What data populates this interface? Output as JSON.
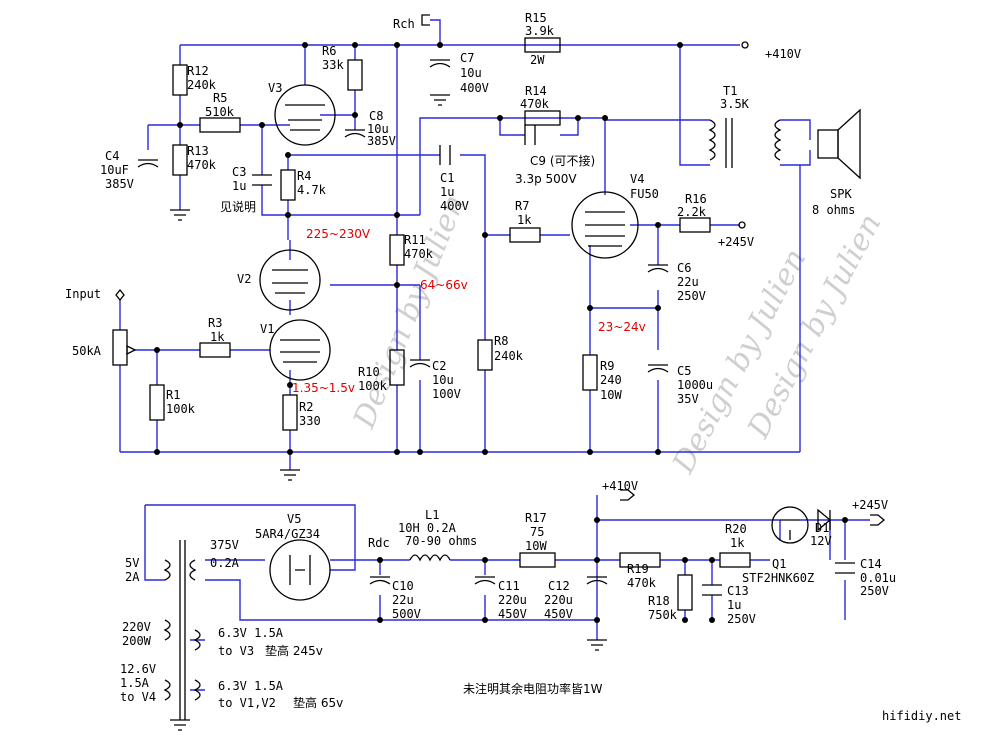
{
  "watermark": "Design by Julien",
  "site": "hifidiy.net",
  "note": "未注明其余电阻功率皆1W",
  "input": {
    "label": "Input",
    "pot": "50kA"
  },
  "supply_labels": {
    "rch": "Rch",
    "b410": "+410V",
    "b245": "+245V",
    "b245b": "+245V",
    "b410b": "+410V"
  },
  "tubes": {
    "v1": "V1",
    "v2": "V2",
    "v3": "V3",
    "v4_name": "V4",
    "v4_type": "FU50",
    "v5_name": "V5",
    "v5_type": "5AR4/GZ34"
  },
  "resistors": {
    "r1": [
      "R1",
      "100k"
    ],
    "r2": [
      "R2",
      "330"
    ],
    "r3": [
      "R3",
      "1k"
    ],
    "r4": [
      "R4",
      "4.7k"
    ],
    "r5": [
      "R5",
      "510k"
    ],
    "r6": [
      "R6",
      "33k"
    ],
    "r7": [
      "R7",
      "1k"
    ],
    "r8": [
      "R8",
      "240k"
    ],
    "r9": [
      "R9",
      "240",
      "10W"
    ],
    "r10": [
      "R10",
      "100k"
    ],
    "r11": [
      "R11",
      "470k"
    ],
    "r12": [
      "R12",
      "240k"
    ],
    "r13": [
      "R13",
      "470k"
    ],
    "r14": [
      "R14",
      "470k"
    ],
    "r15": [
      "R15",
      "3.9k",
      "2W"
    ],
    "r16": [
      "R16",
      "2.2k"
    ],
    "r17": [
      "R17",
      "75",
      "10W"
    ],
    "r18": [
      "R18",
      "750k"
    ],
    "r19": [
      "R19",
      "470k"
    ],
    "r20": [
      "R20",
      "1k"
    ]
  },
  "capacitors": {
    "c1": [
      "C1",
      "1u",
      "400V"
    ],
    "c2": [
      "C2",
      "10u",
      "100V"
    ],
    "c3": [
      "C3",
      "1u",
      "见说明"
    ],
    "c4": [
      "C4",
      "10uF",
      "385V"
    ],
    "c5": [
      "C5",
      "1000u",
      "35V"
    ],
    "c6": [
      "C6",
      "22u",
      "250V"
    ],
    "c7": [
      "C7",
      "10u",
      "400V"
    ],
    "c8": [
      "C8",
      "10u",
      "385V"
    ],
    "c9": [
      "C9 (可不接)",
      "3.3p 500V"
    ],
    "c10": [
      "C10",
      "22u",
      "500V"
    ],
    "c11": [
      "C11",
      "220u",
      "450V"
    ],
    "c12": [
      "C12",
      "220u",
      "450V"
    ],
    "c13": [
      "C13",
      "1u",
      "250V"
    ],
    "c14": [
      "C14",
      "0.01u",
      "250V"
    ]
  },
  "transformer": {
    "t1": "T1",
    "t1_val": "3.5K",
    "spk": "SPK",
    "spk_val": "8 ohms"
  },
  "voltages": {
    "v_plate": "225~230V",
    "v_mid": "64~66v",
    "v_cath": "1.35~1.5v",
    "v_fu50": "23~24v"
  },
  "psu": {
    "l1": "L1",
    "l1_val": "10H 0.2A",
    "l1_dcr": "70-90 ohms",
    "rdc": "Rdc",
    "q1": "Q1",
    "q1_part": "STF2HNK60Z",
    "d1": "D1",
    "d1_val": "12V",
    "sec_hv": "375V",
    "sec_hv_i": "0.2A",
    "fil_5v": "5V",
    "fil_5v_i": "2A",
    "pri1": "220V",
    "pri2": "200W",
    "h1a": "6.3V 1.5A",
    "h1b": "to V3",
    "h1c": "垫高 245v",
    "h2a": "6.3V 1.5A",
    "h2b": "to V1,V2",
    "h2c": "垫高 65v",
    "h3a": "12.6V",
    "h3b": "1.5A",
    "h3c": "to V4"
  }
}
